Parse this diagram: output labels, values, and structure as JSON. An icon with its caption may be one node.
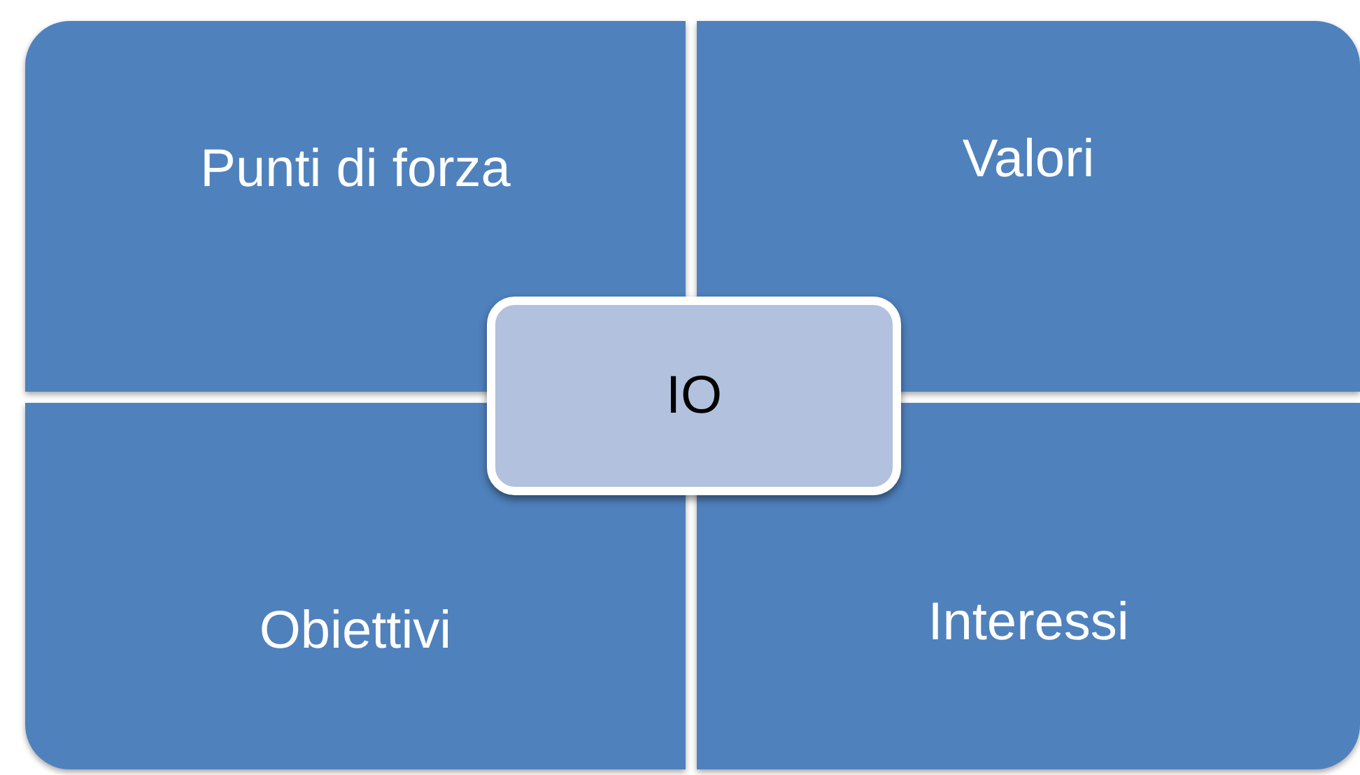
{
  "diagram": {
    "nodes": [
      {
        "text": [
          "Punti di forza"
        ]
      },
      {
        "text": [
          "Valori"
        ]
      },
      {
        "text": [
          "IO"
        ]
      },
      {
        "text": [
          "Obiettivi"
        ]
      },
      {
        "text": [
          "Interessi"
        ]
      }
    ],
    "edges": []
  }
}
